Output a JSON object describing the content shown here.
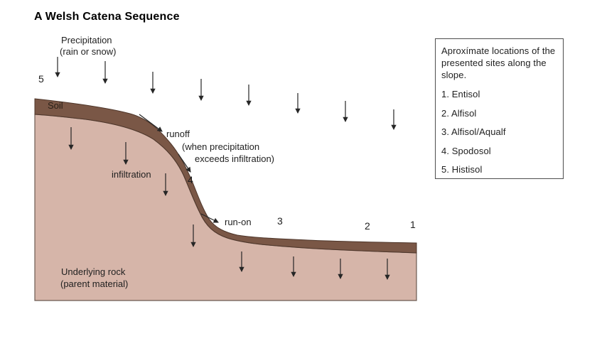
{
  "title": "A Welsh Catena Sequence",
  "diagram": {
    "precipitation_label_line1": "Precipitation",
    "precipitation_label_line2": "(rain or snow)",
    "soil_label": "Soil",
    "runoff_label": "runoff",
    "runoff_note_line1": "(when precipitation",
    "runoff_note_line2": "exceeds infiltration)",
    "infiltration_label": "infiltration",
    "run_on_label": "run-on",
    "underlying_rock_line1": "Underlying rock",
    "underlying_rock_line2": "(parent material)",
    "site_numbers": {
      "site1": "1",
      "site2": "2",
      "site3": "3",
      "site4": "4",
      "site5": "5"
    }
  },
  "legend": {
    "intro": "Aproxímate locations of the presented sites along the slope.",
    "items": [
      "1. Entisol",
      "2. Alfisol",
      "3. Alfisol/Aqualf",
      "4. Spodosol",
      "5. Histisol"
    ]
  },
  "colors": {
    "soil": "#7a5746",
    "rock": "#d6b5a9",
    "soil-outline": "#4e362a",
    "rock-outline": "#6b5a52",
    "arrow": "#262626",
    "text": "#1f1f1f",
    "legend-border": "#4d4d4d",
    "background": "#ffffff"
  }
}
